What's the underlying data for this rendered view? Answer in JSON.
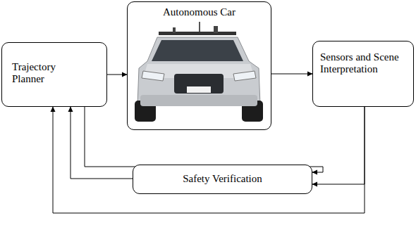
{
  "diagram": {
    "nodes": [
      {
        "text": [
          "Trajectory Planner"
        ]
      },
      {
        "text": [
          "Autonomous Car"
        ]
      },
      {
        "text": [
          "Sensors and Scene Interpretation"
        ]
      },
      {
        "text": [
          "Safety Verification"
        ]
      }
    ],
    "edges": [
      {
        "from": 0,
        "to": 1,
        "arrow": "to"
      },
      {
        "from": 1,
        "to": 2,
        "arrow": "to"
      },
      {
        "from": 2,
        "to": 3,
        "arrow": "to"
      },
      {
        "from": 2,
        "to": 0,
        "arrow": "to"
      },
      {
        "from": 3,
        "to": 0,
        "arrow": "to"
      },
      {
        "from": 0,
        "to": 3,
        "arrow": "to"
      }
    ]
  }
}
